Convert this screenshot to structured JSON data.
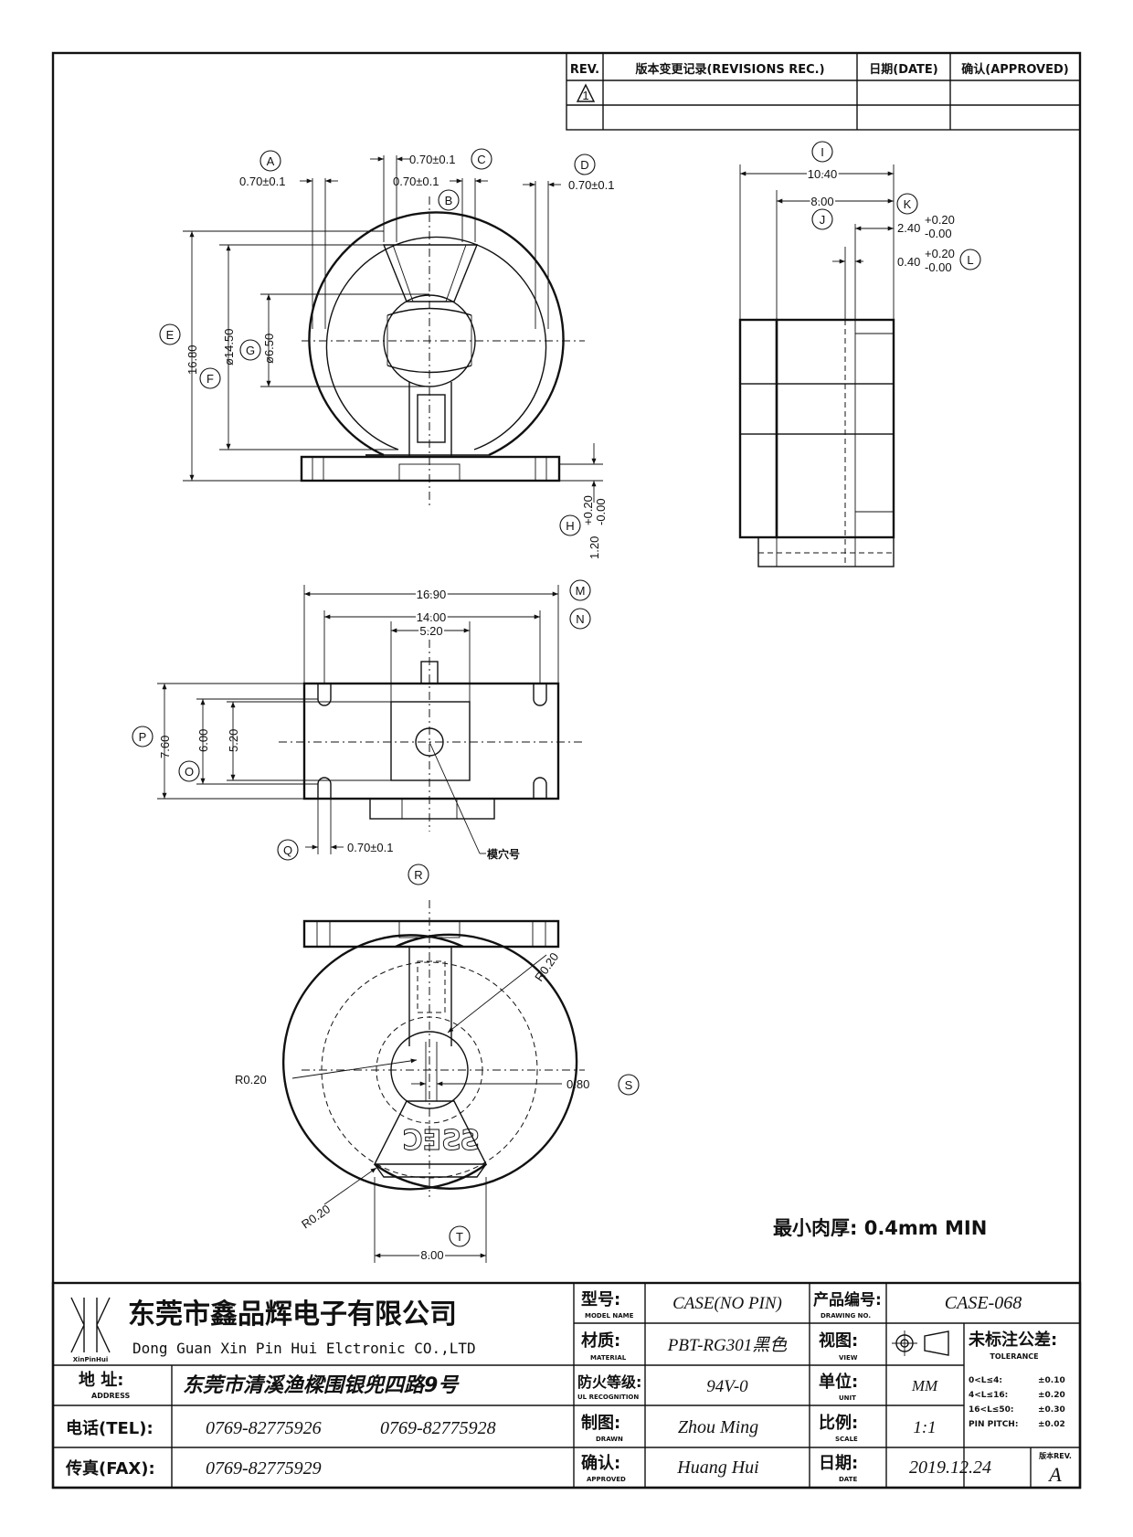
{
  "revision_table": {
    "headers": [
      "REV.",
      "版本变更记录(REVISIONS REC.)",
      "日期(DATE)",
      "确认(APPROVED)"
    ],
    "first_row_mark": "1"
  },
  "front_view": {
    "dims": {
      "A": "0.70±0.1",
      "B": "0.70±0.1",
      "C": "0.70±0.1",
      "D": "0.70±0.1",
      "E": "16.80",
      "F": "ø14.50",
      "G": "ø6.50",
      "H_value": "1.20",
      "H_tol_plus": "+0.20",
      "H_tol_minus": "-0.00"
    },
    "labels": [
      "A",
      "B",
      "C",
      "D",
      "E",
      "F",
      "G",
      "H"
    ]
  },
  "side_view": {
    "dims": {
      "I": "10.40",
      "J": "8.00",
      "K_value": "2.40",
      "K_tol_plus": "+0.20",
      "K_tol_minus": "-0.00",
      "L_value": "0.40",
      "L_tol_plus": "+0.20",
      "L_tol_minus": "-0.00"
    },
    "labels": [
      "I",
      "J",
      "K",
      "L"
    ]
  },
  "top_view": {
    "dims": {
      "M": "16.90",
      "N": "14.00",
      "N2": "5.20",
      "P": "7.60",
      "O": "6.00",
      "O2": "5.20",
      "Q": "0.70±0.1"
    },
    "cavity_note": "模穴号",
    "labels": [
      "M",
      "N",
      "P",
      "O",
      "Q"
    ]
  },
  "bottom_view": {
    "dims": {
      "R020_a": "R0.20",
      "R020_b": "R0.20",
      "R020_c": "R0.20",
      "S": "0.80",
      "T": "8.00"
    },
    "embossed_text": "SSEC",
    "labels": [
      "R",
      "S",
      "T"
    ]
  },
  "note_min_wall": "最小肉厚: 0.4mm  MIN",
  "title_block": {
    "company_cn": "东莞市鑫品辉电子有限公司",
    "company_en": "Dong Guan Xin Pin Hui Elctronic CO.,LTD",
    "logo_caption": "XinPinHui",
    "address_label": "地  址:",
    "address_label_en": "ADDRESS",
    "address": "东莞市清溪渔樑围银兜四路9号",
    "tel_label": "电话(TEL):",
    "tel1": "0769-82775926",
    "tel2": "0769-82775928",
    "fax_label": "传真(FAX):",
    "fax": "0769-82775929",
    "model_label": "型号:",
    "model_label_en": "MODEL NAME",
    "model": "CASE(NO PIN)",
    "material_label": "材质:",
    "material_label_en": "MATERIAL",
    "material": "PBT-RG301黑色",
    "ul_label": "防火等级:",
    "ul_label_en": "UL RECOGNITION",
    "ul": "94V-0",
    "drawn_label": "制图:",
    "drawn_label_en": "DRAWN",
    "drawn": "Zhou Ming",
    "approved_label": "确认:",
    "approved_label_en": "APPROVED",
    "approved": "Huang Hui",
    "drawing_no_label": "产品编号:",
    "drawing_no_label_en": "DRAWING NO.",
    "drawing_no": "CASE-068",
    "view_label": "视图:",
    "view_label_en": "VIEW",
    "unit_label": "单位:",
    "unit_label_en": "UNIT",
    "unit": "MM",
    "scale_label": "比例:",
    "scale_label_en": "SCALE",
    "scale": "1:1",
    "date_label": "日期:",
    "date_label_en": "DATE",
    "date": "2019.12.24",
    "tolerance_label": "未标注公差:",
    "tolerance_label_en": "TOLERANCE",
    "tolerances": [
      {
        "range": "0<L≤4:",
        "value": "±0.10"
      },
      {
        "range": "4<L≤16:",
        "value": "±0.20"
      },
      {
        "range": "16<L≤50:",
        "value": "±0.30"
      },
      {
        "range": "PIN PITCH:",
        "value": "±0.02"
      }
    ],
    "rev_label": "版本REV.",
    "rev": "A"
  }
}
